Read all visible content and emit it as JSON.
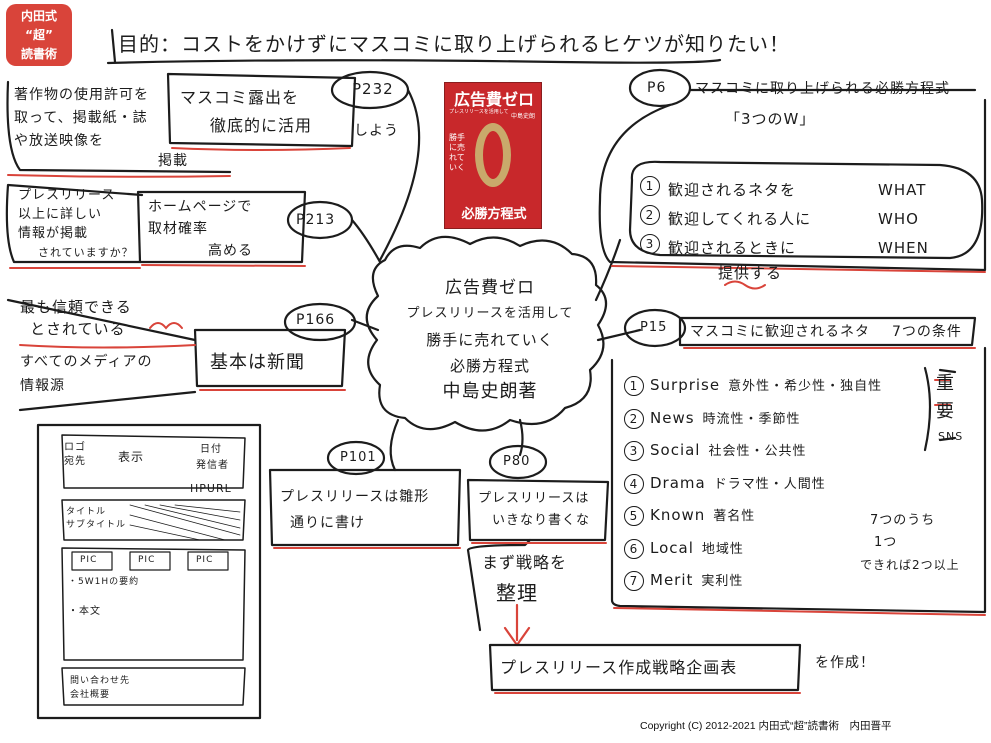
{
  "badge": {
    "line1": "内田式",
    "line2": "“超”",
    "line3": "読書術"
  },
  "title": "目的：コストをかけずにマスコミに取り上げられるヒケツが知りたい！",
  "book": {
    "title": "広告費ゼロ",
    "subtitle": "プレスリリースを活用して",
    "author": "中島史朗",
    "middle": "勝手に売れていく",
    "bottom": "必勝方程式"
  },
  "center": {
    "line1": "広告費ゼロ",
    "line2": "プレスリリースを活用して",
    "line3": "勝手に売れていく",
    "line4": "必勝方程式",
    "line5": "中島史朗著"
  },
  "p232": {
    "page": "P232",
    "line1": "マスコミ露出を",
    "line2": "徹底的に活用",
    "tail": "しよう",
    "note1": "著作物の使用許可を",
    "note2": "取って、掲載紙・誌",
    "note3": "や放送映像を",
    "note4": "掲載"
  },
  "p213": {
    "page": "P213",
    "line1": "ホームページで",
    "line2": "取材確率",
    "line3": "高める",
    "note1": "プレスリリース",
    "note2": "以上に詳しい",
    "note3": "情報が掲載",
    "note4": "されていますか？"
  },
  "p166": {
    "page": "P166",
    "line1": "基本は新聞",
    "note1": "最も信頼できる",
    "note2": "とされている",
    "note3": "すべてのメディアの",
    "note4": "情報源"
  },
  "p101": {
    "page": "P101",
    "line1": "プレスリリースは雛形",
    "line2": "通りに書け"
  },
  "p80": {
    "page": "P80",
    "line1": "プレスリリースは",
    "line2": "いきなり書くな",
    "note1": "まず戦略を",
    "note2": "整理",
    "plan": "プレスリリース作成戦略企画表",
    "tail": "を作成！"
  },
  "template": {
    "logo": "ロゴ",
    "sender": "宛先",
    "display": "表示",
    "date": "日付",
    "contact": "発信者",
    "hpurl": "HPURL",
    "titlelabel1": "タイトル",
    "titlelabel2": "サブタイトル",
    "pic1": "PIC",
    "pic2": "PIC",
    "pic3": "PIC",
    "fivew": "・5W1Hの要約",
    "body": "・本文",
    "footer1": "問い合わせ先",
    "footer2": "会社概要"
  },
  "p6": {
    "page": "P6",
    "line1": "マスコミに取り上げられる必勝方程式",
    "line2": "「3つのW」",
    "items": [
      {
        "num": "1",
        "ja": "歓迎されるネタを",
        "en": "WHAT"
      },
      {
        "num": "2",
        "ja": "歓迎してくれる人に",
        "en": "WHO"
      },
      {
        "num": "3",
        "ja": "歓迎されるときに",
        "en": "WHEN"
      }
    ],
    "last": "提供する"
  },
  "p15": {
    "page": "P15",
    "line1": "マスコミに歓迎されるネタ",
    "line2": "7つの条件",
    "items": [
      {
        "num": "1",
        "en": "Surprise",
        "ja": "意外性・希少性・独自性"
      },
      {
        "num": "2",
        "en": "News",
        "ja": "時流性・季節性"
      },
      {
        "num": "3",
        "en": "Social",
        "ja": "社会性・公共性"
      },
      {
        "num": "4",
        "en": "Drama",
        "ja": "ドラマ性・人間性"
      },
      {
        "num": "5",
        "en": "Known",
        "ja": "著名性"
      },
      {
        "num": "6",
        "en": "Local",
        "ja": "地域性"
      },
      {
        "num": "7",
        "en": "Merit",
        "ja": "実利性"
      }
    ],
    "important1": "重",
    "important2": "要",
    "sns": "SNS",
    "side1": "7つのうち",
    "side2": "1つ",
    "side3": "できれば2つ以上"
  },
  "copyright": "Copyright (C) 2012-2021 内田式“超”読書術　内田晋平",
  "colors": {
    "red": "#d9443a",
    "ink": "#1c1c1c",
    "book": "#c8282b",
    "gold": "#c9a96b"
  }
}
